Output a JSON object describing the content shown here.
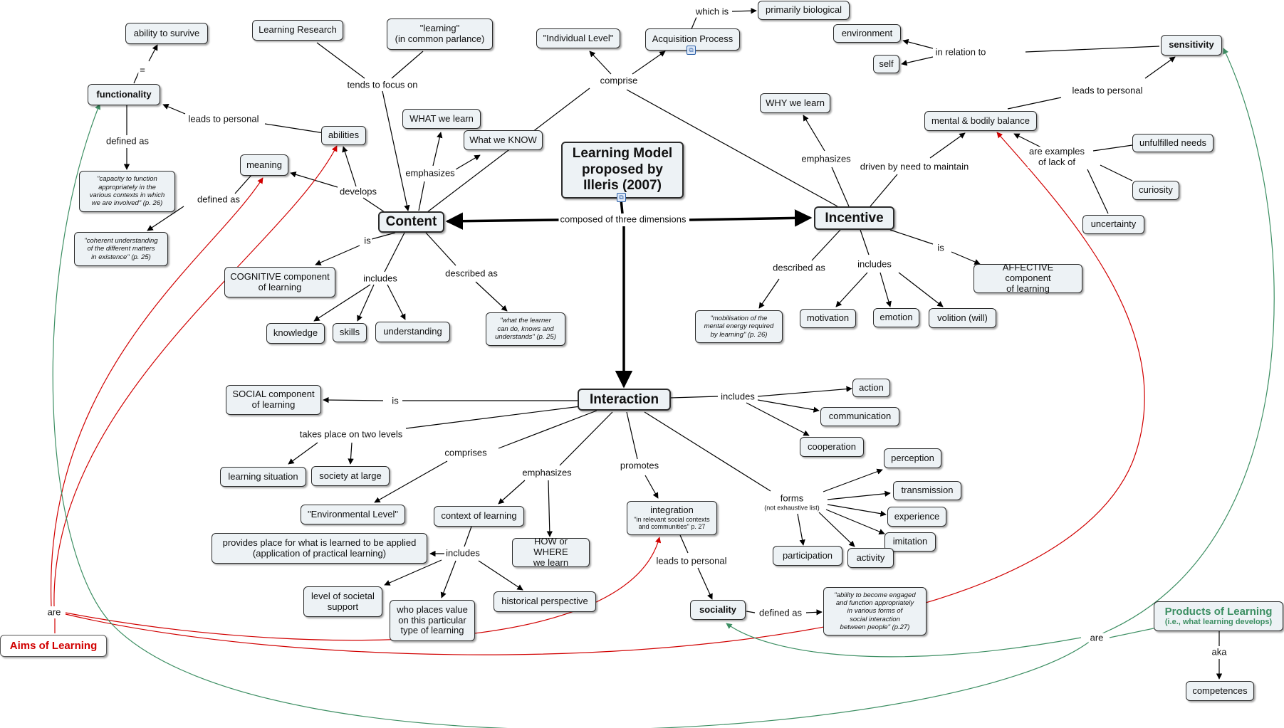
{
  "nodes": {
    "root": "Learning Model\nproposed by\nIlleris (2007)",
    "content": "Content",
    "incentive": "Incentive",
    "interaction": "Interaction",
    "ability_to_survive": "ability to survive",
    "functionality": "functionality",
    "capacity_quote": "\"capacity to function\nappropriately in the\nvarious contexts in which\nwe are involved\" (p. 26)",
    "coherent_quote": "\"coherent understanding\nof the different matters\nin existence\" (p. 25)",
    "meaning": "meaning",
    "abilities": "abilities",
    "learning_research": "Learning Research",
    "learning_parlance": "\"learning\"\n(in common parlance)",
    "what_we_learn": "WHAT we learn",
    "what_we_know": "What we KNOW",
    "individual_level": "\"Individual Level\"",
    "acquisition_process": "Acquisition Process",
    "primarily_biological": "primarily biological",
    "environment": "environment",
    "self": "self",
    "sensitivity": "sensitivity",
    "why_we_learn": "WHY we learn",
    "mental_bodily": "mental & bodily balance",
    "unfulfilled_needs": "unfulfilled needs",
    "curiosity": "curiosity",
    "uncertainty": "uncertainty",
    "cognitive": "COGNITIVE component\nof learning",
    "knowledge": "knowledge",
    "skills": "skills",
    "understanding": "understanding",
    "content_quote": "\"what the learner\ncan do, knows and\nunderstands\" (p. 25)",
    "mobilisation_quote": "\"mobilisation of the\nmental energy required\nby learning\" (p. 26)",
    "motivation": "motivation",
    "emotion": "emotion",
    "volition": "volition (will)",
    "affective": "AFFECTIVE component\nof learning",
    "social": "SOCIAL component\nof learning",
    "learning_situation": "learning situation",
    "society_at_large": "society at large",
    "environmental_level": "\"Environmental Level\"",
    "context_of_learning": "context of learning",
    "how_or_where": "HOW or WHERE\nwe learn",
    "provides_place": "provides place for what is learned to be applied\n(application of practical learning)",
    "level_societal": "level of societal\nsupport",
    "who_places_value": "who places value\non this particular\ntype of learning",
    "historical_perspective": "historical perspective",
    "integration": "integration",
    "integration_sub": "\"in relevant social contexts\nand communities\" p. 27",
    "sociality": "sociality",
    "sociality_quote": "\"ability to become engaged\nand function appropriately\nin various forms of\nsocial interaction\nbetween people\" (p.27)",
    "action": "action",
    "communication": "communication",
    "cooperation": "cooperation",
    "perception": "perception",
    "transmission": "transmission",
    "experience": "experience",
    "imitation": "imitation",
    "activity": "activity",
    "participation": "participation",
    "aims": "Aims of Learning",
    "products": "Products of Learning",
    "products_sub": "(i.e., what learning develops)",
    "competences": "competences"
  },
  "links": {
    "equals": "=",
    "defined_as_1": "defined as",
    "defined_as_2": "defined as",
    "leads_to_personal_1": "leads to personal",
    "develops": "develops",
    "tends_to_focus_on": "tends to focus on",
    "emphasizes_1": "emphasizes",
    "comprise": "comprise",
    "which_is": "which is",
    "in_relation_to": "in relation to",
    "leads_to_personal_2": "leads to personal",
    "emphasizes_2": "emphasizes",
    "driven_by": "driven by need to maintain",
    "examples_of": "are examples\nof lack of",
    "composed_of": "composed of three dimensions",
    "is_1": "is",
    "includes_1": "includes",
    "described_as_1": "described as",
    "described_as_2": "described as",
    "includes_2": "includes",
    "is_2": "is",
    "is_3": "is",
    "includes_3": "includes",
    "two_levels": "takes place on two levels",
    "comprises": "comprises",
    "emphasizes_3": "emphasizes",
    "promotes": "promotes",
    "forms": "forms",
    "forms_sub": "(not exhaustive list)",
    "includes_4": "includes",
    "leads_to_personal_3": "leads to personal",
    "defined_as_3": "defined as",
    "are_1": "are",
    "are_2": "are",
    "aka": "aka"
  },
  "colors": {
    "edge": "#000000",
    "aims": "#d10000",
    "products": "#3d8f63",
    "node_fill": "#edf2f5"
  },
  "icons": [
    "concept-map-link-icon",
    "concept-map-link-icon"
  ]
}
